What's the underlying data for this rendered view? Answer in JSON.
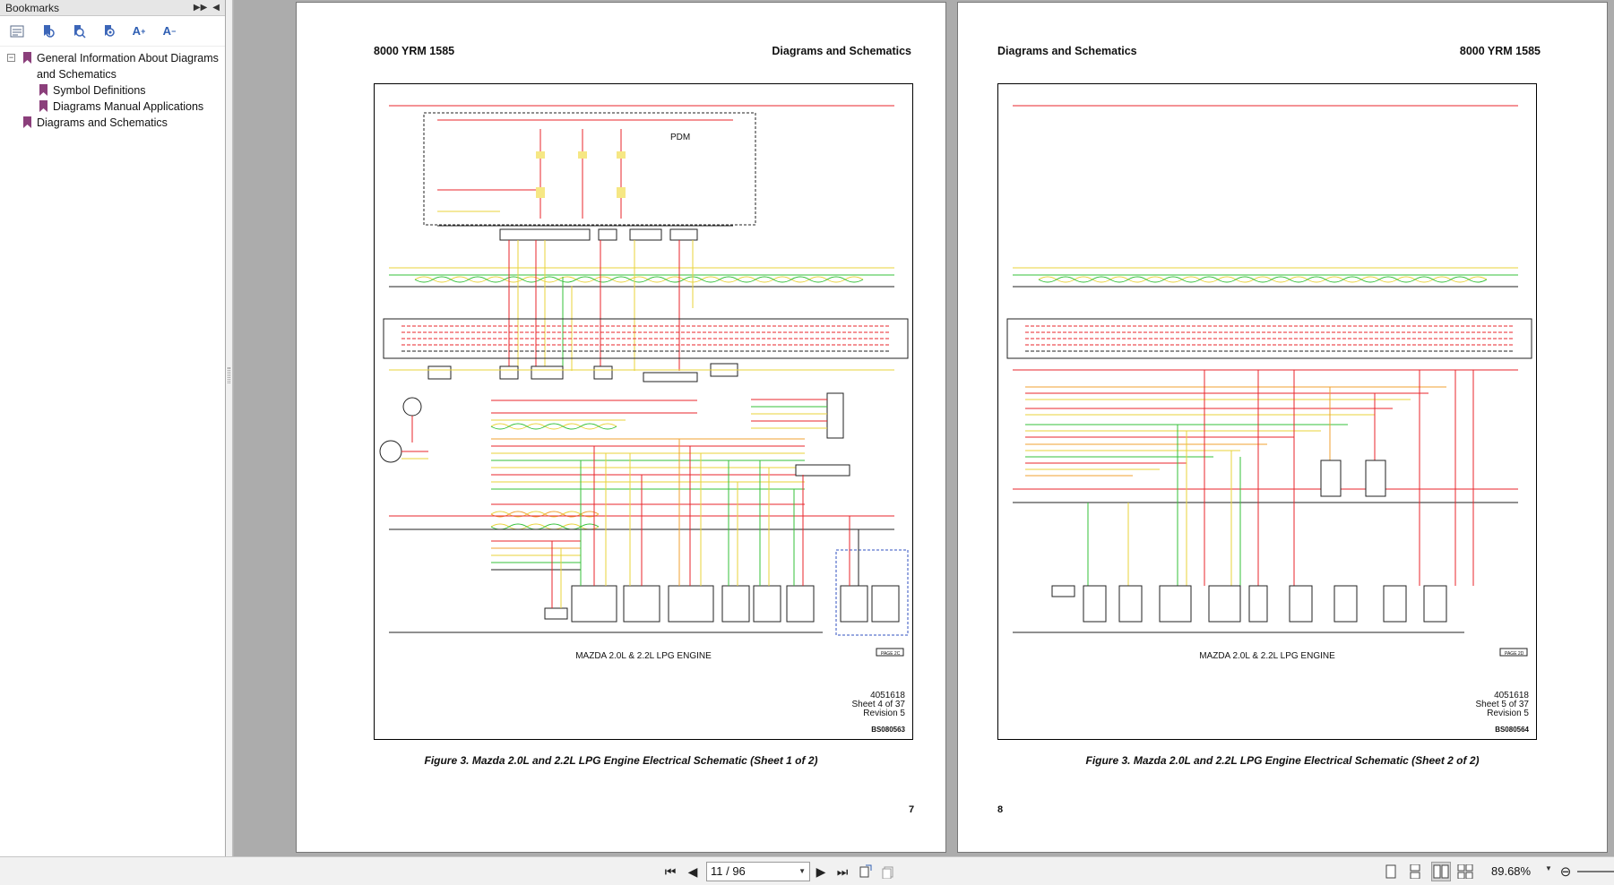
{
  "sidebar": {
    "title": "Bookmarks",
    "header_controls": [
      "expand-panel-icon",
      "collapse-panel-icon"
    ],
    "toolbar": [
      "bookmark-options-icon",
      "expand-bookmark-icon",
      "find-bookmark-icon",
      "find-current-bookmark-icon",
      "increase-text-size-icon",
      "decrease-text-size-icon"
    ],
    "items": [
      {
        "label": "General Information About Diagrams and Schematics"
      },
      {
        "label": "Symbol Definitions"
      },
      {
        "label": "Diagrams Manual Applications"
      },
      {
        "label": "Diagrams and Schematics"
      }
    ],
    "expander_symbol": "−"
  },
  "pages": {
    "left": {
      "doc_code": "8000 YRM 1585",
      "section": "Diagrams and Schematics",
      "engine_title": "MAZDA 2.0L & 2.2L LPG ENGINE",
      "doc_number": "4051618",
      "sheet": "Sheet 4 of 37",
      "revision": "Revision 5",
      "bs_number": "BS080563",
      "caption": "Figure 3. Mazda 2.0L and 2.2L LPG Engine Electrical Schematic (Sheet 1 of 2)",
      "page_number": "7",
      "next_ref": "PAGE 2C",
      "pdm_label": "PDM"
    },
    "right": {
      "doc_code": "8000 YRM 1585",
      "section": "Diagrams and Schematics",
      "engine_title": "MAZDA 2.0L & 2.2L LPG ENGINE",
      "doc_number": "4051618",
      "sheet": "Sheet 5 of 37",
      "revision": "Revision 5",
      "bs_number": "BS080564",
      "caption": "Figure 3. Mazda 2.0L and 2.2L LPG Engine Electrical Schematic (Sheet 2 of 2)",
      "page_number": "8",
      "next_ref": "PAGE 2D"
    }
  },
  "toolbar": {
    "page_display": "11 / 96",
    "zoom": "89.68%"
  },
  "colors": {
    "wire_red": "#e8262b",
    "wire_yellow": "#e9d33a",
    "wire_green": "#35c13a",
    "wire_orange": "#f0a030",
    "bookmark_purple": "#8b3f7b",
    "active_view": "#d4d4d4"
  }
}
